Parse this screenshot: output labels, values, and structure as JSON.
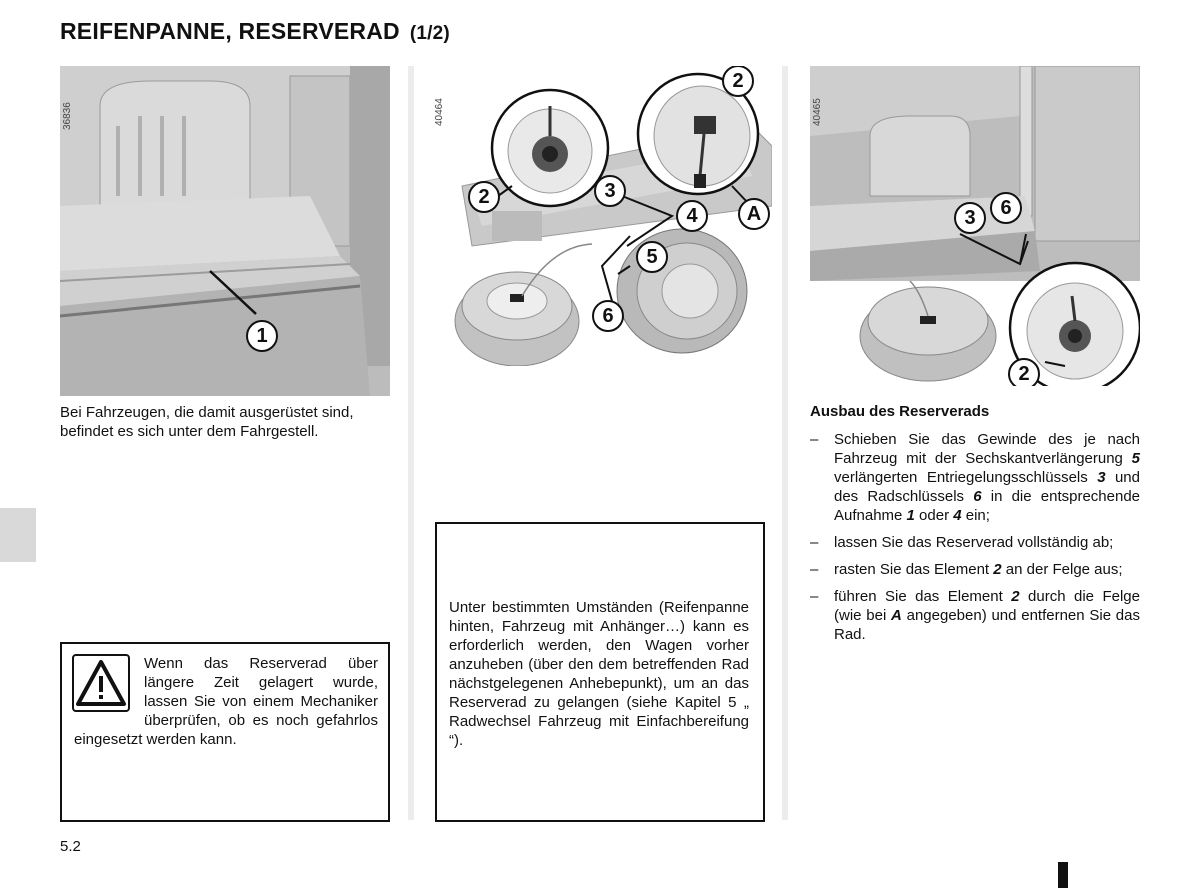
{
  "header": {
    "title": "REIFENPANNE, RESERVERAD",
    "part": "(1/2)"
  },
  "figures": {
    "left": {
      "ref": "36836",
      "callouts": [
        "1"
      ]
    },
    "middle": {
      "ref": "40464",
      "callouts": [
        "2",
        "2",
        "3",
        "4",
        "A",
        "5",
        "6"
      ]
    },
    "right": {
      "ref": "40465",
      "callouts": [
        "3",
        "6",
        "2"
      ]
    }
  },
  "left_column": {
    "caption": "Bei Fahrzeugen, die damit ausgerüstet sind, befindet es sich unter dem Fahrgestell.",
    "warning": {
      "icon": "warning-triangle-icon",
      "text": "Wenn das Reserverad über längere Zeit gelagert wurde, lassen Sie von einem Mechaniker überprüfen, ob es noch gefahrlos eingesetzt werden kann."
    }
  },
  "middle_column": {
    "note": "Unter bestimmten Umständen (Reifenpanne hinten, Fahrzeug mit Anhänger…) kann es erforderlich werden, den Wagen vorher anzuheben (über den dem betreffenden Rad nächstgelegenen Anhebepunkt), um an das Reserverad zu gelangen (siehe Kapitel 5 „ Radwechsel Fahrzeug mit Einfachbereifung “)."
  },
  "right_column": {
    "heading": "Ausbau des Reserverads",
    "dash": "–",
    "steps": {
      "s1": {
        "a": "Schieben Sie das Gewinde des je nach Fahrzeug mit der Sechskantverlängerung ",
        "n5": "5",
        "b": " verlängerten Entriegelungsschlüssels ",
        "n3": "3",
        "c": " und des Radschlüssels ",
        "n6": "6",
        "d": " in die entsprechende Aufnahme ",
        "n1": "1",
        "e": " oder ",
        "n4": "4",
        "f": " ein;"
      },
      "s2": {
        "a": "lassen Sie das Reserverad vollständig ab;"
      },
      "s3": {
        "a": "rasten Sie das Element ",
        "n2": "2",
        "b": " an der Felge aus;"
      },
      "s4": {
        "a": "führen Sie das Element ",
        "n2": "2",
        "b": " durch die Felge (wie bei ",
        "nA": "A",
        "c": " angegeben) und entfernen Sie das Rad."
      }
    }
  },
  "footer": {
    "page_number": "5.2"
  }
}
